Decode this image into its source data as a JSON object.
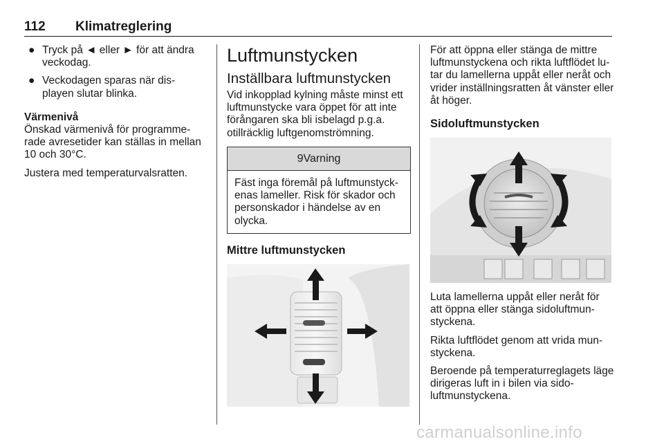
{
  "header": {
    "page_number": "112",
    "section": "Klimatreglering"
  },
  "col1": {
    "bullets": [
      "Tryck på ◄ eller ► för att ändra veckodag.",
      "Veckodagen sparas när dis-playen slutar blinka."
    ],
    "bullet_symbol": "●",
    "heat_heading": "Värmenivå",
    "heat_text": "Önskad värmenivå för programme-rade avresetider kan ställas in mellan 10 och 30°C.",
    "adjust_text": "Justera med temperaturvalsratten."
  },
  "col2": {
    "title": "Luftmunstycken",
    "subtitle": "Inställbara luftmunstycken",
    "intro": "Vid inkopplad kylning måste minst ett luftmunstycke vara öppet för att inte förångaren ska bli isbelagd p.g.a. otillräcklig luftgenomströmning.",
    "warning_symbol": "9",
    "warning_title": "Varning",
    "warning_text": "Fäst inga föremål på luftmunstyck-enas lameller. Risk för skador och personskador i händelse av en olycka.",
    "center_heading": "Mittre luftmunstycken"
  },
  "col3": {
    "center_text": "För att öppna eller stänga de mittre luftmunstyckena och rikta luftflödet lu-tar du lamellerna uppåt eller neråt och vrider inställningsratten åt vänster eller åt höger.",
    "side_heading": "Sidoluftmunstycken",
    "side_paragraphs": [
      "Luta lamellerna uppåt eller neråt för att öppna eller stänga sidoluftmun-styckena.",
      "Rikta luftflödet genom att vrida mun-styckena.",
      "Beroende på temperaturreglagets läge dirigeras luft in i bilen via sido-luftmunstyckena."
    ]
  },
  "footer": {
    "watermark": "carmanualsonline.info"
  }
}
